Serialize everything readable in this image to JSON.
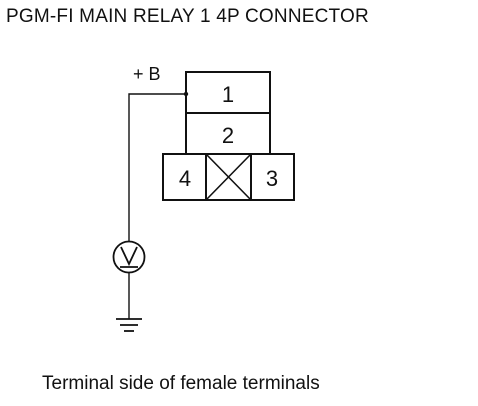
{
  "title": "PGM-FI MAIN RELAY 1 4P CONNECTOR",
  "supply_label": "+ B",
  "terminals": {
    "t1": "1",
    "t2": "2",
    "t3": "3",
    "t4": "4"
  },
  "caption": "Terminal side of female terminals",
  "instruments": {
    "meter": "voltmeter",
    "ground": "ground"
  }
}
